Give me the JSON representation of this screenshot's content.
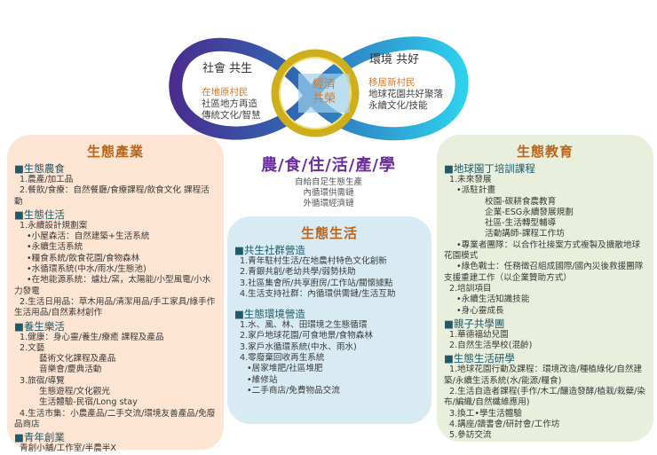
{
  "infinity": {
    "left": {
      "title": "社會 共生",
      "highlight": "在地原村民",
      "lines": [
        "社區地方再造",
        "傳統文化/智慧"
      ]
    },
    "right": {
      "title": "環境 共好",
      "highlight": "移居新村民",
      "lines": [
        "地球花園共好聚落",
        "永續文化/技能"
      ]
    },
    "center": [
      "經濟",
      "共榮"
    ],
    "colors": {
      "left": "#4a2d8f",
      "right": "#2ec4e6",
      "ring": "#cfae1c",
      "accent": "#d9772b"
    }
  },
  "pillars": {
    "title": "農/食/住/活/產/學",
    "lines": [
      "自給自足生態生產",
      "內循環供需鏈",
      "外循環經濟鏈"
    ]
  },
  "industry": {
    "title": "生態產業",
    "items": [
      {
        "t": "■生態農食",
        "k": "sec"
      },
      {
        "t": "1.農產/加工品",
        "k": "l1"
      },
      {
        "t": "2.餐飲/食療：自然餐廳/食療課程/飲食文化 課程活動",
        "k": "l1"
      },
      {
        "t": "■生態住活",
        "k": "sec"
      },
      {
        "t": "1.永續設計規劃案",
        "k": "l1"
      },
      {
        "t": "•小屋森活：自然建築+生活系統",
        "k": "l2"
      },
      {
        "t": "•永續生活系統",
        "k": "l2"
      },
      {
        "t": "•糧食系統/飲食花園/食物森林",
        "k": "l2"
      },
      {
        "t": "•水循環系統(中水/雨水/生態池)",
        "k": "l2"
      },
      {
        "t": "•在地能源系統：爐灶/窯，太陽能/小型風電/小水力發電",
        "k": "l2"
      },
      {
        "t": "2.生活日用品：草木用品/清潔用品/手工家具/綠手作生活用品/自然素材創作",
        "k": "l1"
      },
      {
        "t": "■養生樂活",
        "k": "sec"
      },
      {
        "t": "1.健康：身心靈/養生/療癒 課程及產品",
        "k": "l1"
      },
      {
        "t": "2.文藝",
        "k": "l1"
      },
      {
        "t": "藝術文化課程及產品",
        "k": "l3"
      },
      {
        "t": "音樂會/慶典活動",
        "k": "l3"
      },
      {
        "t": "3.旅宿/導覽",
        "k": "l1"
      },
      {
        "t": "生態遊程/文化觀光",
        "k": "l3"
      },
      {
        "t": "生活體驗-民宿/Long stay",
        "k": "l3"
      },
      {
        "t": "4.生活市集：小農產品/二手交流/環境友善產品/免廢品商店",
        "k": "l1"
      },
      {
        "t": "■青年創業",
        "k": "sec"
      },
      {
        "t": "青創小舖/工作室/半農半X",
        "k": "l1"
      }
    ]
  },
  "living": {
    "title": "生態生活",
    "items": [
      {
        "t": "■共生社群營造",
        "k": "sec"
      },
      {
        "t": "1.青年駐村生活/在地農村特色文化創新",
        "k": "l1"
      },
      {
        "t": "2.青銀共創/老幼共學/弱勢扶助",
        "k": "l1"
      },
      {
        "t": "3.社區集會所/共享廚房/工作站/關懷據點",
        "k": "l1"
      },
      {
        "t": "4.生活支持社群：內循環供需鏈/生活互助",
        "k": "l1"
      },
      {
        "t": "",
        "k": "gap"
      },
      {
        "t": "■生態環境營造",
        "k": "sec"
      },
      {
        "t": "1.水、風、林、田環境之生態循環",
        "k": "l1"
      },
      {
        "t": "2.家戶地球花園/可食地景/食物森林",
        "k": "l1"
      },
      {
        "t": "3.家戶水循環系統(中水、雨水)",
        "k": "l1"
      },
      {
        "t": "4.零廢棄回收再生系統",
        "k": "l1"
      },
      {
        "t": "•居家堆肥/社區堆肥",
        "k": "l2"
      },
      {
        "t": "•維修站",
        "k": "l2"
      },
      {
        "t": "•二手商店/免費物品交流",
        "k": "l2"
      }
    ]
  },
  "education": {
    "title": "生態教育",
    "items": [
      {
        "t": "■地球園丁培訓課程",
        "k": "sec"
      },
      {
        "t": "1.未來發展",
        "k": "l1"
      },
      {
        "t": "•派駐計畫",
        "k": "l2"
      },
      {
        "t": "校園-碳耕食農教育",
        "k": "l4"
      },
      {
        "t": "企業-ESG永續發展規劃",
        "k": "l4"
      },
      {
        "t": "社區-生活轉型輔導",
        "k": "l4"
      },
      {
        "t": "活動講師-課程工作坊",
        "k": "l4"
      },
      {
        "t": "•專業者團隊：以合作社接案方式複製及擴散地球花園模式",
        "k": "l2"
      },
      {
        "t": "•綠色戰士：任務徵召組成國際/國內災後救援團隊支援重建工作（以企業贊助方式）",
        "k": "l2"
      },
      {
        "t": "2.培訓項目",
        "k": "l1"
      },
      {
        "t": "•永續生活知識技能",
        "k": "l2"
      },
      {
        "t": "•身心靈成長",
        "k": "l2"
      },
      {
        "t": "■親子共學團",
        "k": "sec"
      },
      {
        "t": "1.華德福幼兒園",
        "k": "l1"
      },
      {
        "t": "2.自然生活學校(混齡)",
        "k": "l1"
      },
      {
        "t": "■生態生活研學",
        "k": "sec"
      },
      {
        "t": "1.地球花園行動及課程：環境改造/種植綠化/自然建築/永續生活系統(水/能源/糧食)",
        "k": "l1"
      },
      {
        "t": "2.生活自造者課程(手作/木工/釀造發酵/植栽/栽蘗/染布/編織/自然纖維應用)",
        "k": "l1"
      },
      {
        "t": "3.換工•學生活體驗",
        "k": "l1"
      },
      {
        "t": "4.講座/讀書會/研討會/工作坊",
        "k": "l1"
      },
      {
        "t": "5.參訪交流",
        "k": "l1"
      }
    ]
  },
  "box_colors": {
    "industry": "#fde4d3",
    "living": "#d8ebf2",
    "education": "#e8efdc",
    "heading": "#b8651a",
    "section": "#1f5a6a",
    "pillars": "#6a2d9a"
  }
}
